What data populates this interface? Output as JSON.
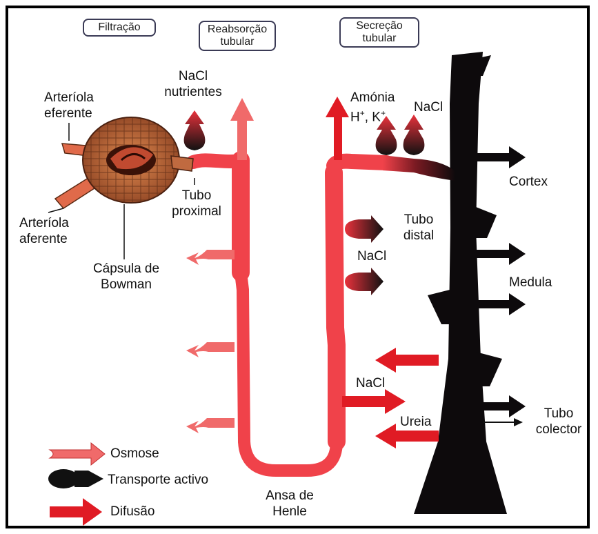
{
  "headers": {
    "filtration": "Filtração",
    "reabsorption": [
      "Reabsorção",
      "tubular"
    ],
    "secretion": [
      "Secreção",
      "tubular"
    ]
  },
  "labels": {
    "nacl_nutrients": [
      "NaCl",
      "nutrientes"
    ],
    "efferent": [
      "Arteríola",
      "eferente"
    ],
    "afferent": [
      "Arteríola",
      "aferente"
    ],
    "capsule": [
      "Cápsula de",
      "Bowman"
    ],
    "proximal": [
      "Tubo",
      "proximal"
    ],
    "ammonia": "Amónia",
    "hk_ions": "H+, K+",
    "nacl_top": "NaCl",
    "distal": [
      "Tubo",
      "distal"
    ],
    "nacl_distal": "NaCl",
    "nacl_henle": "NaCl",
    "ureia": "Ureia",
    "cortex": "Cortex",
    "medula": "Medula",
    "collector": [
      "Tubo",
      "colector"
    ],
    "henle": [
      "Ansa de",
      "Henle"
    ]
  },
  "legend": {
    "osmosis": "Osmose",
    "active": "Transporte activo",
    "diffusion": "Difusão"
  },
  "colors": {
    "tubule": "#f0424a",
    "osmosis": "#f06a6a",
    "diffusion": "#e01b24",
    "collector": "#0d0a0c",
    "capsule": "#c0643a"
  }
}
